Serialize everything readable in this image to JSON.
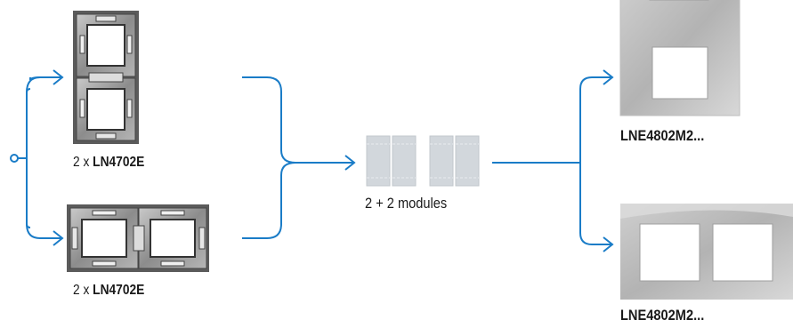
{
  "diagram": {
    "line_color": "#1a7cc7",
    "mount_vertical": {
      "count_prefix": "2 x",
      "code": "LN4702E"
    },
    "mount_horizontal": {
      "count_prefix": "2 x",
      "code": "LN4702E"
    },
    "modules": {
      "label": "2 + 2 modules"
    },
    "plate_vertical": {
      "code": "LNE4802M2..."
    },
    "plate_horizontal": {
      "code": "LNE4802M2..."
    }
  }
}
